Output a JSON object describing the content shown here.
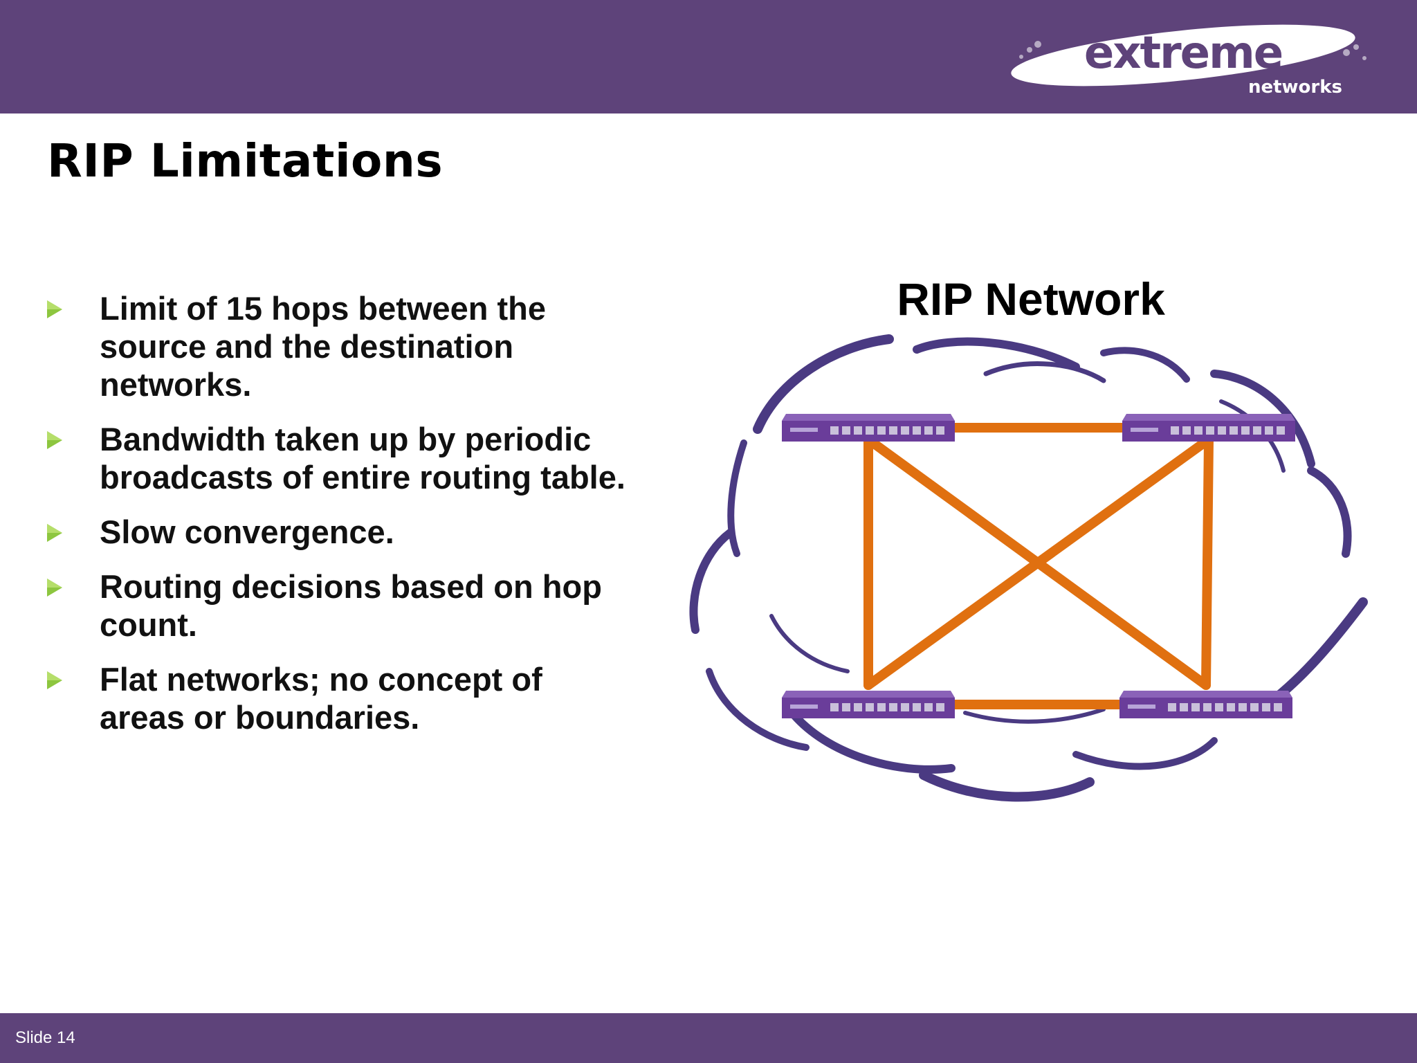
{
  "header": {
    "logo": {
      "wordmark": "extreme",
      "subtext": "networks"
    },
    "bar_color": "#5e437a"
  },
  "slide": {
    "title": "RIP Limitations",
    "bullets": [
      {
        "lines": [
          "Limit of 15 hops between the",
          "source and the destination",
          "networks."
        ]
      },
      {
        "lines": [
          "Bandwidth taken up by periodic",
          "broadcasts of entire routing table."
        ]
      },
      {
        "lines": [
          "Slow convergence."
        ]
      },
      {
        "lines": [
          "Routing decisions based on hop",
          "count."
        ]
      },
      {
        "lines": [
          "Flat networks; no concept of",
          "areas or boundaries."
        ]
      }
    ],
    "bullet_color": "#8dc63f"
  },
  "diagram": {
    "title": "RIP Network",
    "node_icon": "network-switch-icon",
    "node_color": "#6a3d9a",
    "link_color": "#e07010",
    "cloud_color": "#4a3a82",
    "nodes": [
      "switch-top-left",
      "switch-top-right",
      "switch-bottom-left",
      "switch-bottom-right"
    ],
    "links": [
      [
        "switch-top-left",
        "switch-top-right"
      ],
      [
        "switch-bottom-left",
        "switch-bottom-right"
      ],
      [
        "switch-top-left",
        "switch-bottom-left"
      ],
      [
        "switch-top-right",
        "switch-bottom-right"
      ],
      [
        "switch-top-left",
        "switch-bottom-right"
      ],
      [
        "switch-top-right",
        "switch-bottom-left"
      ]
    ]
  },
  "footer": {
    "slide_label": "Slide 14"
  }
}
